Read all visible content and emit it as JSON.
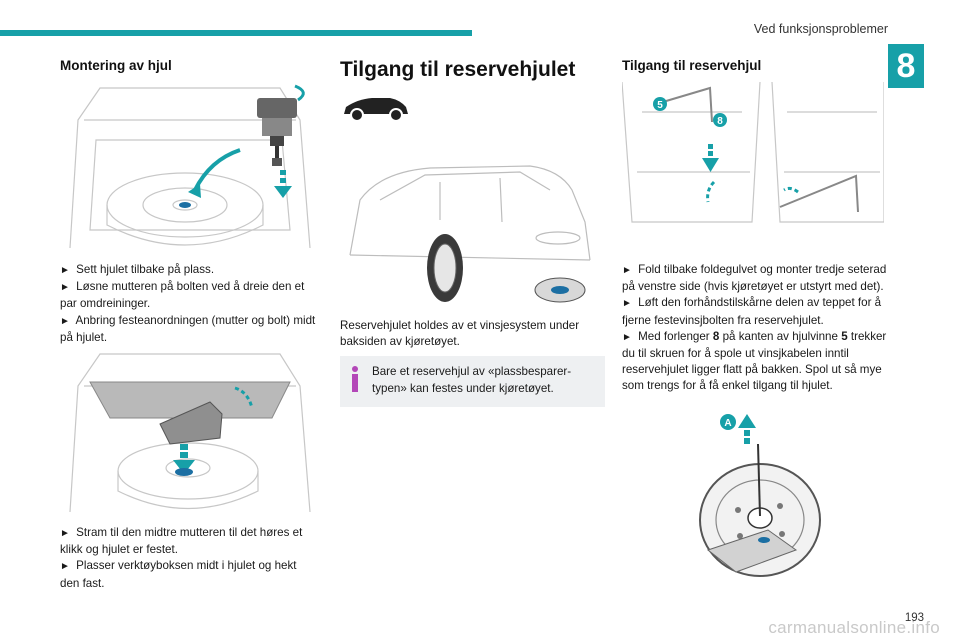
{
  "header": {
    "section_title": "Ved funksjonsproblemer",
    "chapter_number": "8"
  },
  "col1": {
    "heading": "Montering av hjul",
    "steps_a": [
      "Sett hjulet tilbake på plass.",
      "Løsne mutteren på bolten ved å dreie den et par omdreininger.",
      "Anbring festeanordningen (mutter og bolt) midt på hjulet."
    ],
    "steps_b": [
      "Stram til den midtre mutteren til det høres et klikk og hjulet er festet.",
      "Plasser verktøyboksen midt i hjulet og hekt den fast."
    ],
    "bullet": "►"
  },
  "col2": {
    "heading": "Tilgang til reservehjulet",
    "body": "Reservehjulet holdes av et vinsjesystem under baksiden av kjøretøyet.",
    "info_text": "Bare et reservehjul av «plassbesparer-typen» kan festes under kjøretøyet."
  },
  "col3": {
    "heading": "Tilgang til reservehjul",
    "callouts": {
      "a": "5",
      "b": "8",
      "c": "A"
    },
    "steps": [
      {
        "text_pre": "Fold tilbake foldegulvet og monter tredje seterad på venstre side (hvis kjøretøyet er utstyrt med det).",
        "bold1": "",
        "text_mid": "",
        "bold2": "",
        "text_post": ""
      },
      {
        "text_pre": "Løft den forhåndstilskårne delen av teppet for å fjerne festevinsjbolten fra reservehjulet.",
        "bold1": "",
        "text_mid": "",
        "bold2": "",
        "text_post": ""
      },
      {
        "text_pre": "Med forlenger ",
        "bold1": "8",
        "text_mid": " på kanten av hjulvinne ",
        "bold2": "5",
        "text_post": " trekker du til skruen for å spole ut vinsjkabelen inntil reservehjulet ligger flatt på bakken. Spol ut så mye som trengs for å få enkel tilgang til hjulet."
      }
    ]
  },
  "footer": {
    "page_number": "193",
    "watermark": "carmanualsonline.info"
  },
  "colors": {
    "accent": "#17a0a8",
    "info_bg": "#eef0f2",
    "info_icon": "#b347b8",
    "callout": "#17a0a8"
  }
}
